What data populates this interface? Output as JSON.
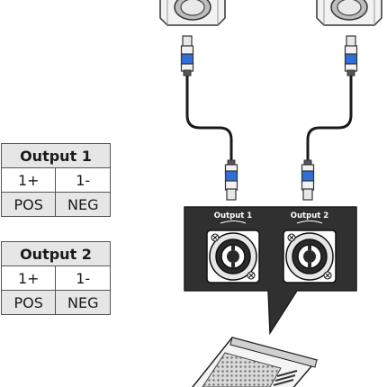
{
  "panel": {
    "labels": [
      "Output 1",
      "Output 2"
    ]
  },
  "tables": [
    {
      "title": "Output 1",
      "rows": [
        [
          "1+",
          "1-"
        ],
        [
          "POS",
          "NEG"
        ]
      ]
    },
    {
      "title": "Output 2",
      "rows": [
        [
          "1+",
          "1-"
        ],
        [
          "POS",
          "NEG"
        ]
      ]
    }
  ],
  "colors": {
    "panel": "#303030",
    "connector_accent": "#2f6fd6",
    "table_header": "#e6e6e6",
    "table_border": "#555555"
  },
  "icons": [
    "speaker-cabinet-icon",
    "speakon-plug-icon",
    "speakon-jack-icon",
    "amplifier-icon"
  ]
}
